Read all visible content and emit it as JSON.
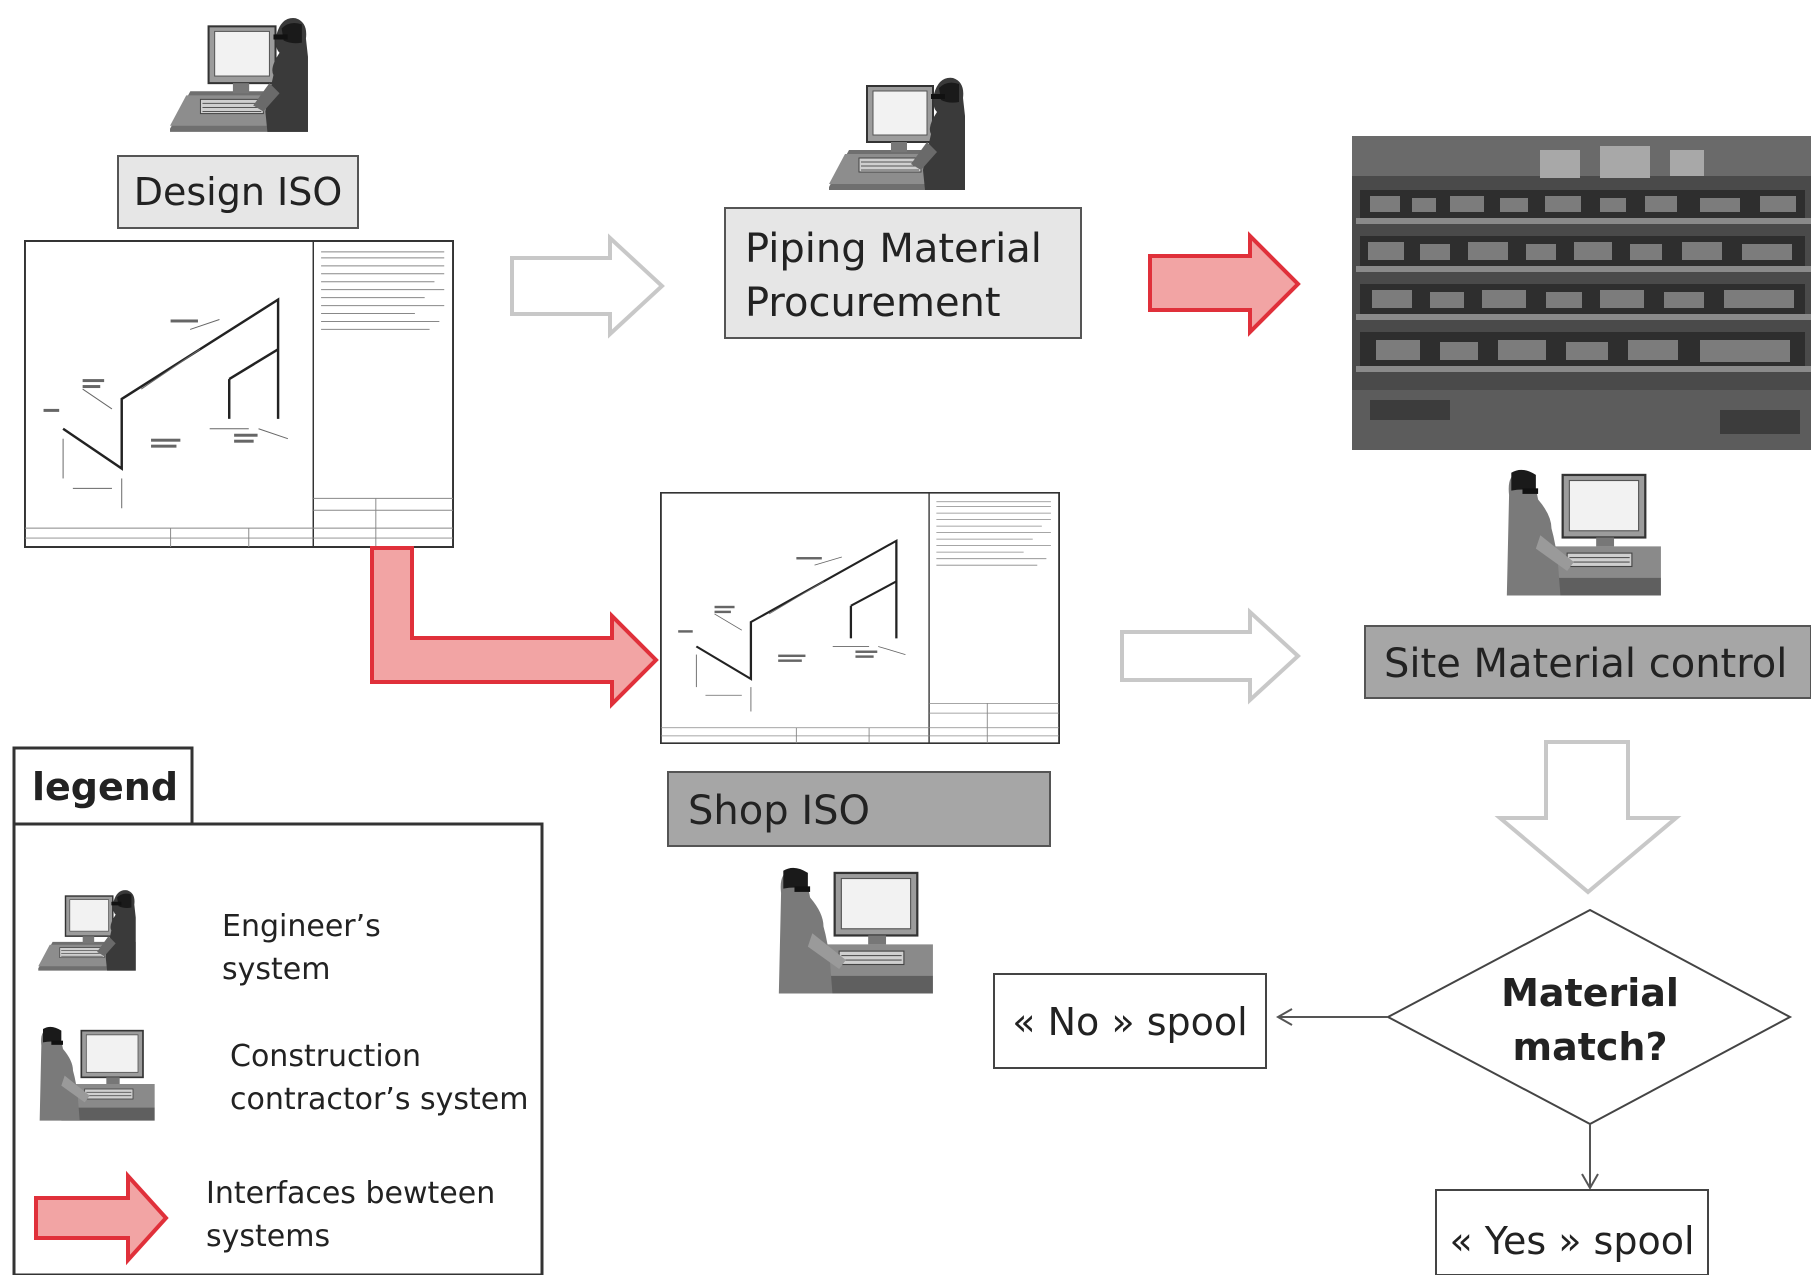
{
  "nodes": {
    "design_iso": "Design ISO",
    "procurement_line1": "Piping Material",
    "procurement_line2": "Procurement",
    "site_material_control": "Site Material control",
    "shop_iso": "Shop ISO",
    "decision_line1": "Material",
    "decision_line2": "match?",
    "no_spool": "« No » spool",
    "yes_spool": "« Yes » spool"
  },
  "legend": {
    "title": "legend",
    "engineer_line1": "Engineer’s",
    "engineer_line2": "system",
    "contractor_line1": "Construction",
    "contractor_line2": "contractor’s system",
    "interface_line1": "Interfaces bewteen",
    "interface_line2": "systems"
  },
  "colors": {
    "interface_fill": "#f2a4a4",
    "interface_stroke": "#e0303a",
    "flow_stroke": "#c8c8c8",
    "box_light": "#e6e6e6",
    "box_dark": "#a6a6a6"
  },
  "icons": {
    "engineer": "engineer-workstation-icon",
    "contractor": "contractor-workstation-icon",
    "warehouse": "warehouse-photo"
  }
}
